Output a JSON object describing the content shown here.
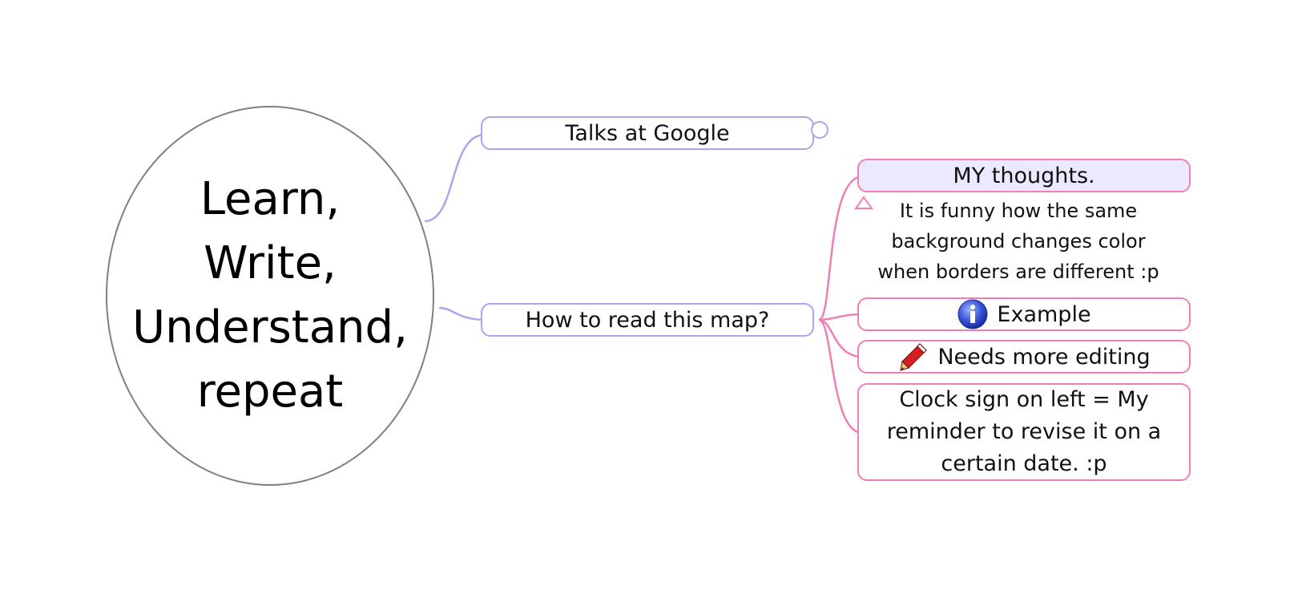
{
  "root": {
    "lines": [
      "Learn,",
      "Write,",
      "Understand,",
      "repeat"
    ]
  },
  "branches": {
    "talks": {
      "label": "Talks at Google"
    },
    "how_to_read": {
      "label": "How to read this map?"
    }
  },
  "subtopics": {
    "my_thoughts": {
      "label": "MY thoughts."
    },
    "note": {
      "lines": [
        "It is funny how the same",
        "background changes color",
        "when borders are different :p"
      ]
    },
    "example": {
      "label": "Example",
      "icon": "info-icon"
    },
    "needs_editing": {
      "label": "Needs more editing",
      "icon": "pencil-icon"
    },
    "clock_sign": {
      "lines": [
        "Clock sign on left = My",
        "reminder to revise it on a",
        "certain date. :p"
      ]
    }
  },
  "colors": {
    "root_border": "#808080",
    "blue_branch": "#a9a6ec",
    "pink_branch": "#ef7fb6",
    "highlight_fill": "#ece9ff"
  }
}
